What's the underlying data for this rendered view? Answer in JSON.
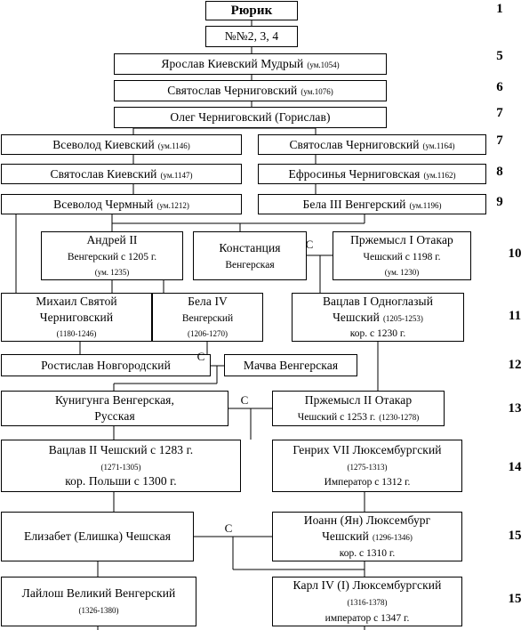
{
  "tree": {
    "people": [
      {
        "id": "rurik",
        "lines": [
          {
            "text": "Рюрик",
            "cls": "n"
          }
        ]
      },
      {
        "id": "nn234",
        "lines": [
          {
            "text": "№№2, 3, 4",
            "cls": "n"
          }
        ]
      },
      {
        "id": "yaroslav",
        "lines": [
          {
            "text": "Ярослав Киевский Мудрый",
            "cls": "n",
            "tail": "(ум.1054)"
          }
        ]
      },
      {
        "id": "svyatoslav-ch",
        "lines": [
          {
            "text": "Святослав Черниговский",
            "cls": "n",
            "tail": "(ум.1076)"
          }
        ]
      },
      {
        "id": "oleg",
        "lines": [
          {
            "text": "Олег Черниговский (Горислав)",
            "cls": "n"
          }
        ]
      },
      {
        "id": "vsevolod-k",
        "lines": [
          {
            "text": "Всеволод Киевский",
            "cls": "n",
            "tail": "(ум.1146)"
          }
        ]
      },
      {
        "id": "svyatoslav-ch2",
        "lines": [
          {
            "text": "Святослав Черниговский",
            "cls": "n",
            "tail": "(ум.1164)"
          }
        ]
      },
      {
        "id": "svyatoslav-k",
        "lines": [
          {
            "text": "Святослав Киевский",
            "cls": "n",
            "tail": "(ум.1147)"
          }
        ]
      },
      {
        "id": "efrosinya",
        "lines": [
          {
            "text": "Ефросинья Черниговская",
            "cls": "n",
            "tail": "(ум.1162)"
          }
        ]
      },
      {
        "id": "vsevolod-ch",
        "lines": [
          {
            "text": "Всеволод Чермный",
            "cls": "n",
            "tail": "(ум.1212)"
          }
        ]
      },
      {
        "id": "bela3",
        "lines": [
          {
            "text": "Бела III Венгерский",
            "cls": "n",
            "tail": "(ум.1196)"
          }
        ]
      },
      {
        "id": "andrey2",
        "lines": [
          {
            "text": "Андрей II",
            "cls": "n"
          },
          {
            "text": "Венгерский с 1205 г.",
            "cls": "s"
          },
          {
            "text": "(ум. 1235)",
            "cls": "d"
          }
        ]
      },
      {
        "id": "konstanciya",
        "lines": [
          {
            "text": "Констанция",
            "cls": "n"
          },
          {
            "text": "Венгерская",
            "cls": "s"
          }
        ]
      },
      {
        "id": "przemysl1",
        "lines": [
          {
            "text": "Пржемысл I Отакар",
            "cls": "n"
          },
          {
            "text": "Чешский с 1198 г.",
            "cls": "s"
          },
          {
            "text": "(ум. 1230)",
            "cls": "d"
          }
        ]
      },
      {
        "id": "mihail",
        "lines": [
          {
            "text": "Михаил Святой",
            "cls": "n"
          },
          {
            "text": "Черниговский",
            "cls": "n"
          },
          {
            "text": "(1180-1246)",
            "cls": "d"
          }
        ]
      },
      {
        "id": "bela4",
        "lines": [
          {
            "text": "Бела IV",
            "cls": "n"
          },
          {
            "text": "Венгерский",
            "cls": "s"
          },
          {
            "text": "(1206-1270)",
            "cls": "d"
          }
        ]
      },
      {
        "id": "vaclav1",
        "lines": [
          {
            "text": "Вацлав I Одноглазый",
            "cls": "n"
          },
          {
            "text": "Чешский",
            "cls": "n",
            "tail": "(1205-1253)"
          },
          {
            "text": "кор. с 1230 г.",
            "cls": "s"
          }
        ]
      },
      {
        "id": "rostislav",
        "lines": [
          {
            "text": "Ростислав Новгородский",
            "cls": "n"
          }
        ]
      },
      {
        "id": "machva",
        "lines": [
          {
            "text": "Мачва Венгерская",
            "cls": "n"
          }
        ]
      },
      {
        "id": "kunigunda",
        "lines": [
          {
            "text": "Кунигунга Венгерская,",
            "cls": "n"
          },
          {
            "text": "Русская",
            "cls": "n"
          }
        ]
      },
      {
        "id": "przemysl2",
        "lines": [
          {
            "text": "Пржемысл II Отакар",
            "cls": "n"
          },
          {
            "text": "Чешский с 1253 г.",
            "cls": "s",
            "tail": "(1230-1278)"
          }
        ]
      },
      {
        "id": "vaclav2",
        "lines": [
          {
            "text": "Вацлав II Чешский с 1283 г.",
            "cls": "n"
          },
          {
            "text": "(1271-1305)",
            "cls": "d"
          },
          {
            "text": "кор. Польши с 1300 г.",
            "cls": "n"
          }
        ]
      },
      {
        "id": "henrih7",
        "lines": [
          {
            "text": "Генрих VII Люксембургский",
            "cls": "n"
          },
          {
            "text": "(1275-1313)",
            "cls": "d"
          },
          {
            "text": "Император с 1312 г.",
            "cls": "s"
          }
        ]
      },
      {
        "id": "elizabet",
        "lines": [
          {
            "text": "Елизабет (Елишка) Чешская",
            "cls": "n"
          }
        ]
      },
      {
        "id": "ioann",
        "lines": [
          {
            "text": "Иоанн (Ян) Люксембург",
            "cls": "n"
          },
          {
            "text": "Чешский",
            "cls": "n",
            "tail": "(1296-1346)"
          },
          {
            "text": "кор. с 1310 г.",
            "cls": "s"
          }
        ]
      },
      {
        "id": "laylosh",
        "lines": [
          {
            "text": "Лайлош Великий Венгерский",
            "cls": "n"
          },
          {
            "text": "(1326-1380)",
            "cls": "d"
          }
        ]
      },
      {
        "id": "karl4",
        "lines": [
          {
            "text": "Карл IV (I) Люксембургский",
            "cls": "n"
          },
          {
            "text": "(1316-1378)",
            "cls": "d"
          },
          {
            "text": "император с 1347 г.",
            "cls": "s"
          }
        ]
      }
    ],
    "marriage_mark": "С",
    "generations": [
      "1",
      "5",
      "6",
      "7",
      "7",
      "8",
      "9",
      "10",
      "11",
      "12",
      "13",
      "14",
      "15",
      "15"
    ]
  },
  "colors": {
    "line": "#000000",
    "box_border": "#000000",
    "background": "#ffffff"
  }
}
